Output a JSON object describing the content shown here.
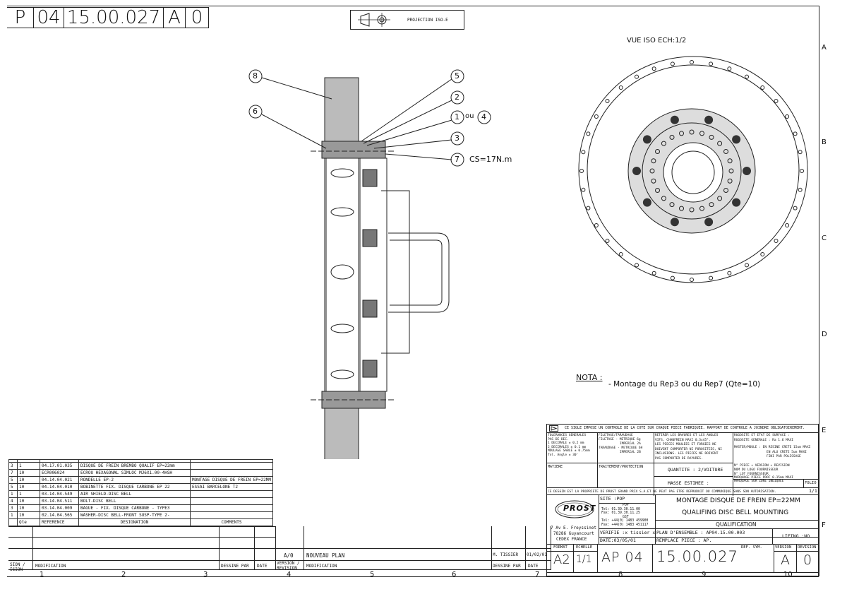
{
  "header": {
    "ref_boxes": [
      "P",
      "04",
      "15.00.027",
      "A",
      "0"
    ],
    "projection_label": "PROJECTION ISO-E"
  },
  "drawing": {
    "view_label": "VUE ISO ECH:1/2",
    "callouts": [
      {
        "num": "8"
      },
      {
        "num": "5"
      },
      {
        "num": "6"
      },
      {
        "num": "2"
      },
      {
        "num": "1",
        "suffix": "ou",
        "alt": "4"
      },
      {
        "num": "3"
      },
      {
        "num": "7",
        "note": "CS=17N.m"
      }
    ],
    "nota_title": "NOTA :",
    "nota_text": "- Montage du Rep3 ou du Rep7 (Qte=10)"
  },
  "zones": {
    "letters": [
      "A",
      "B",
      "C",
      "D",
      "E",
      "F"
    ],
    "numbers": [
      "1",
      "2",
      "3",
      "4",
      "5",
      "6",
      "7",
      "8",
      "9",
      "10"
    ]
  },
  "bom": {
    "rows": [
      {
        "rep": "3",
        "qty": "1",
        "ref": "04.17.01.035",
        "designation": "DISQUE DE FREIN BREMBO QUALIF EP=22mm",
        "comment": ""
      },
      {
        "rep": "7",
        "qty": "10",
        "ref": "ECR006024",
        "designation": "ECROU HEXAGONAL SIMLOC MJ6X1.00-4HSH",
        "comment": ""
      },
      {
        "rep": "5",
        "qty": "10",
        "ref": "04.14.04.021",
        "designation": "RONDELLE EP-2",
        "comment": "MONTAGE DISQUE DE FREIN EP=22MM"
      },
      {
        "rep": "5",
        "qty": "10",
        "ref": "04.14.04.010",
        "designation": "BOBINETTE FIX. DISQUE CARBONE EP 22",
        "comment": "ESSAI BARCELONE T2"
      },
      {
        "rep": "1",
        "qty": "1",
        "ref": "03.14.04.549",
        "designation": "AIR SHIELD-DISC BELL",
        "comment": ""
      },
      {
        "rep": "4",
        "qty": "10",
        "ref": "03.14.04.511",
        "designation": "BOLT-DISC BELL",
        "comment": ""
      },
      {
        "rep": "3",
        "qty": "10",
        "ref": "03.14.04.009",
        "designation": "BAGUE - FIX. DISQUE CARBONE - TYPE3",
        "comment": ""
      },
      {
        "rep": "1",
        "qty": "10",
        "ref": "02.14.04.565",
        "designation": "WASHER-DISC BELL-FRONT SUSP-TYPE 2-",
        "comment": ""
      }
    ],
    "header": {
      "qty": "Qte",
      "ref": "REFERENCE",
      "designation": "DESIGNATION",
      "comments": "COMMENTS"
    }
  },
  "revision": {
    "version": "A/0",
    "modif": "NOUVEAU PLAN",
    "author": "M. TISSIER",
    "date": "01/02/01",
    "labels": {
      "version": "VERSION / REVISION",
      "version_left": "SION / ISION",
      "modification": "MODIFICATION",
      "dessine": "DESSINE PAR",
      "date": "DATE"
    }
  },
  "title_block": {
    "notice": "CE SIGLE IMPOSE UN CONTROLE DE LA COTE SUR CHAQUE PIECE FABRIQUEE. RAPPORT DE CONTROLE A JOINDRE OBLIGATOIREMENT.",
    "tolerances": [
      "TOLERANCES GENERALES",
      "PAS DE DEC.",
      "1 DECIMALE   ± 0.2 mm",
      "2 DECIMALES  ± 0.1 mm",
      "MOULAGE SABLE ± 0.75mm",
      "Tol. Angle   ± 30'"
    ],
    "filetage": [
      "FILETAGE/TARAUDAGE",
      "FILETAGE - METRIQUE 6g",
      "IMPERIAL 2A",
      "TARAUDAGE - METRIQUE 6H",
      "IMPERIAL 2B"
    ],
    "aretes": [
      "RETIRER LES BAVURES ET LES ANGLES",
      "VIFS, CHANFREIN MAXI 0.3x45°.",
      "LES PIECES MOULEES ET FORGEES NE",
      "DOIVENT COMPORTER NI POROSITEES, NI",
      "INCLUSIONS. LES PIECES NE DOIVENT",
      "PAS COMPORTER DE RAYURES."
    ],
    "rugosite": [
      "RUGOSITE ET ETAT DE SURFACE :",
      "RUGOSITE GENERALE : Ra 1.6 MAXI",
      "MASTER/MOULE : EN RESINE CRETE 15um MAXI",
      "EN ALU CRETE 5um MAXI",
      "FINI PAR POLISSAGE"
    ],
    "matiere": "MATIERE",
    "traitement": "TRAITEMENT/PROTECTION",
    "quantite": "QUANTITE :  2/VOITURE",
    "masse": "MASSE ESTIMEE :",
    "marquage": [
      "N° PIECE + VERSION + REVISION",
      "NOM DU LOGO FOURNISSEUR",
      "N° LOT FOURNISSEUR",
      "MARQUAGE PIECE PROF 0.15mm MAXI",
      "MARQUAGE SUR ZONE INDIQUEE"
    ],
    "folio": "FOLIO",
    "folio_value": "1/1",
    "property": "CE DESSIN EST LA PROPRIETE DE PROST GRAND PRIX S.A.ET NE PEUT PAS ETRE REPRODUIT OU COMMUNIQUE SANS SON AUTORISATION.",
    "company": "PROST",
    "address": [
      "7 Av E. Freyssinet",
      "78286 Guyancourt",
      "CEDEX FRANCE"
    ],
    "site": "SITE :POP",
    "site_box": [
      "POP",
      "Tel: 01.39.30.11.00",
      "Fax: 01.39.30.11.25",
      "GST",
      "Tel: +44(0) 1483 459900",
      "Fax: +44(0) 1483 451117"
    ],
    "verifie": "VERIFIE :x tissier x",
    "date_label": "DATE:03/05/01",
    "title_fr": "MONTAGE DISQUE DE FREIN EP=22MM",
    "title_en": "QUALIFING DISC BELL MOUNTING",
    "qualification": "QUALIFICATION",
    "plan_ensemble": "PLAN D'ENSEMBLE : AP04.15.00.003",
    "remplace": "REMPLACE PIECE : AP.",
    "lifing": "LIFING :NO",
    "format_label": "FORMAT",
    "echelle_label": "ECHELLE",
    "format": "A2",
    "echelle": "1/1",
    "ref_sym": "REF. SYM.",
    "version_label": "VERSION",
    "revision_label": "REVISION",
    "part_prefix": "AP 04",
    "part_number": "15.00.027",
    "version": "A",
    "revision": "0"
  }
}
